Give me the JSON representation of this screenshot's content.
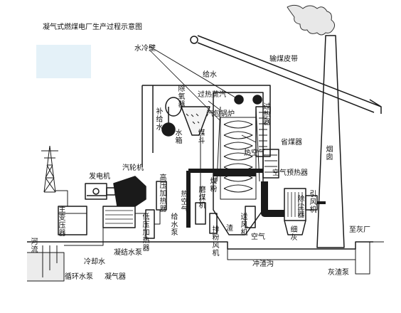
{
  "title": "凝气式燃煤电厂生产过程示意图",
  "colors": {
    "stroke": "#1a1a1a",
    "note_box": "#e4f1f8",
    "background": "#ffffff"
  },
  "labels": {
    "water_wall": "水冷壁",
    "coal_conveyor": "输煤皮带",
    "feed_water": "给水",
    "deaerator": "除氧器",
    "superheated_steam": "过热蒸汽",
    "makeup_water": "补给水",
    "water_tank": "水箱",
    "coal_hopper": "煤斗",
    "steam_drum_boiler": "汽包锅炉",
    "superheater": "过热器",
    "economizer": "省煤器",
    "chimney": "烟囱",
    "generator": "发电机",
    "turbine": "汽轮机",
    "hp_heater": "高压加热器",
    "hot_air": "热空气",
    "air_preheater": "空气预热器",
    "coal_pulverizer": "磨煤机",
    "pulverized_coal": "煤粉",
    "main_transformer": "主变压器",
    "feed_pump": "给水泵",
    "exhaust_fan": "排粉风机",
    "slag": "渣",
    "forced_fan": "送风机",
    "air": "空气",
    "precipitator": "除尘器",
    "induced_fan": "引风机",
    "ash": "细灰",
    "to_ash_yard": "至灰厂",
    "river": "河流",
    "condensate_pump": "凝结水泵",
    "lp_heater": "低压加热器",
    "cooling_water": "冷却水",
    "circulating_pump": "循环水泵",
    "condenser": "凝气器",
    "slag_channel": "冲渣沟",
    "ash_pump": "灰渣泵"
  }
}
